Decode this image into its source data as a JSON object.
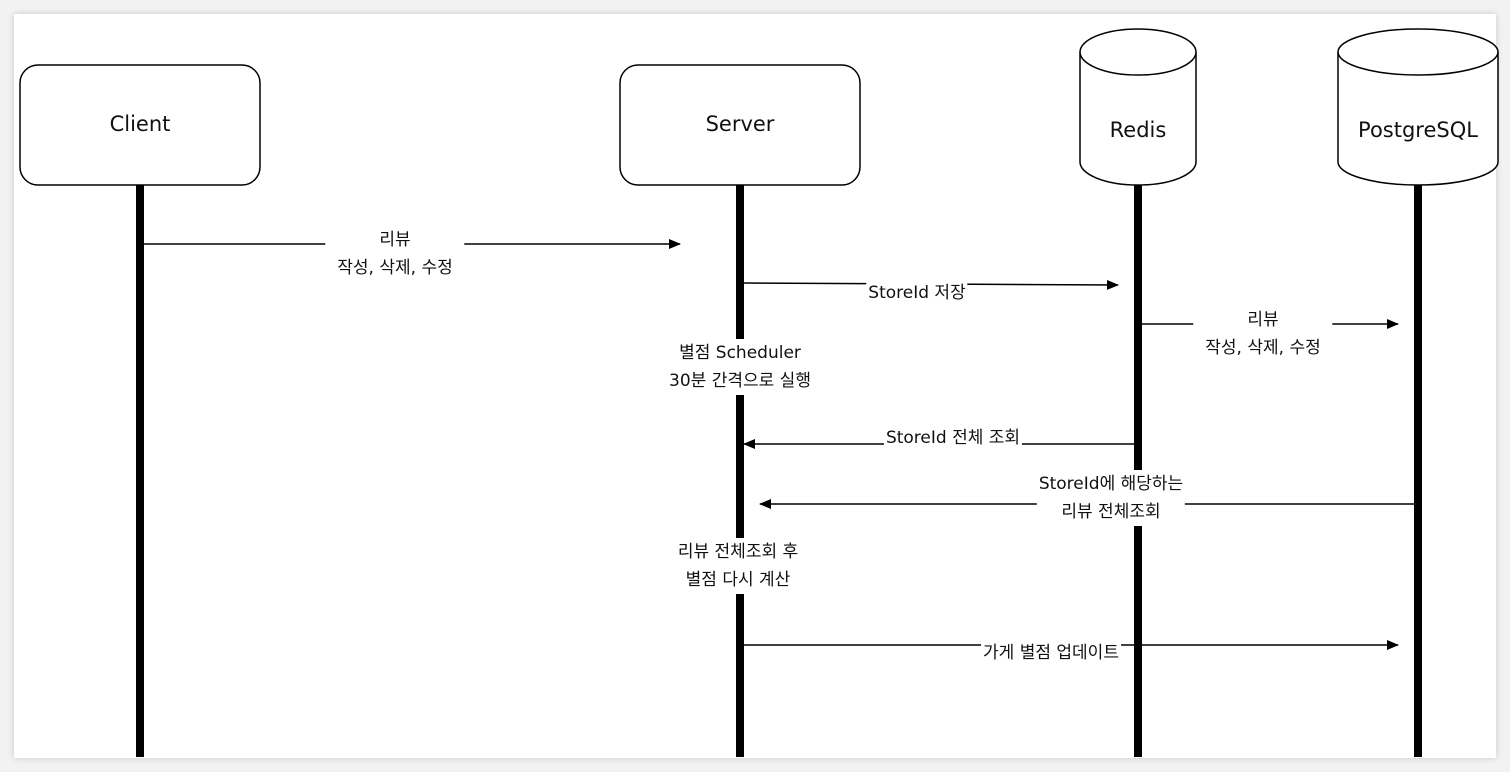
{
  "participants": [
    {
      "id": "client",
      "label": "Client",
      "shape": "rounded-box"
    },
    {
      "id": "server",
      "label": "Server",
      "shape": "rounded-box"
    },
    {
      "id": "redis",
      "label": "Redis",
      "shape": "cylinder"
    },
    {
      "id": "postgres",
      "label": "PostgreSQL",
      "shape": "cylinder"
    }
  ],
  "messages": [
    {
      "id": "m1",
      "from": "client",
      "to": "server",
      "text": "리뷰\n작성, 삭제, 수정"
    },
    {
      "id": "m2",
      "from": "server",
      "to": "redis",
      "text": "StoreId 저장"
    },
    {
      "id": "m3",
      "from": "redis",
      "to": "postgres",
      "text": "리뷰\n작성, 삭제, 수정"
    },
    {
      "id": "m4",
      "from": "redis",
      "to": "server",
      "text": "StoreId 전체 조회"
    },
    {
      "id": "m5",
      "from": "postgres",
      "to": "server",
      "text": "StoreId에 해당하는\n리뷰 전체조회"
    },
    {
      "id": "m6",
      "from": "server",
      "to": "postgres",
      "text": "가게 별점 업데이트"
    }
  ],
  "notes": [
    {
      "id": "n1",
      "on": "server",
      "text": "별점 Scheduler\n30분 간격으로 실행"
    },
    {
      "id": "n2",
      "on": "server",
      "text": "리뷰 전체조회 후\n별점 다시 계산"
    }
  ],
  "colors": {
    "stroke": "#000000",
    "fill": "#ffffff",
    "text": "#111111"
  }
}
